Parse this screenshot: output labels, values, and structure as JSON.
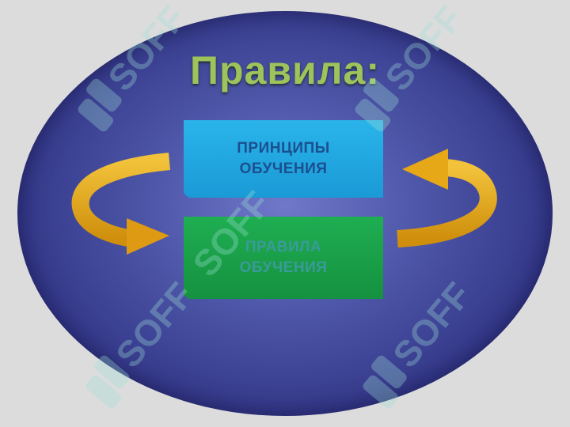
{
  "title": "Правила:",
  "boxes": {
    "top": {
      "line1": "ПРИНЦИПЫ",
      "line2": "ОБУЧЕНИЯ",
      "color": "#1a9ad6"
    },
    "bottom": {
      "line1": "ПРАВИЛА",
      "line2": "ОБУЧЕНИЯ",
      "color": "#15913f"
    }
  },
  "watermark": {
    "text": "SOFF"
  },
  "colors": {
    "background": "#dcdcdc",
    "oval": "#3a3f8f",
    "title": "#9ec35a",
    "arrow": "#e6a817"
  }
}
